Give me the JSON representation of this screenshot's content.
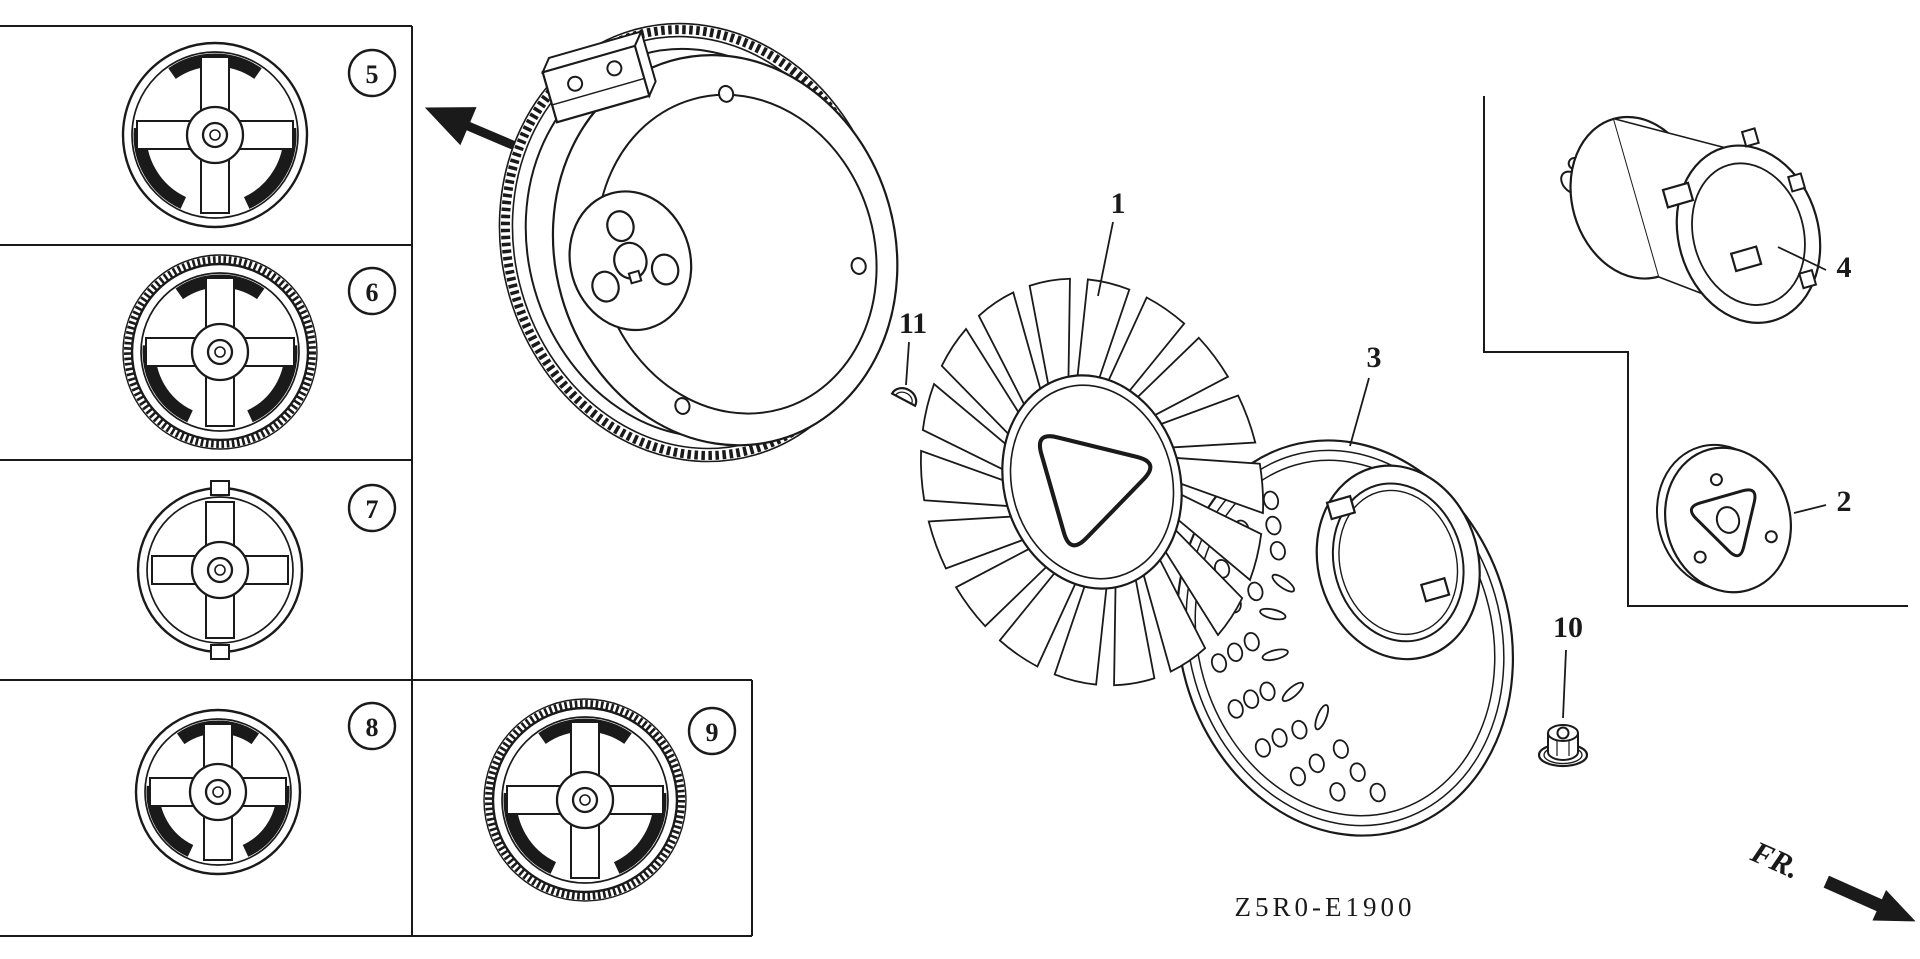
{
  "diagram": {
    "code": "Z5R0-E1900",
    "direction_label": "FR.",
    "callouts": {
      "c1": "1",
      "c2": "2",
      "c3": "3",
      "c4": "4",
      "c10": "10",
      "c11": "11"
    },
    "variants": {
      "v5": "5",
      "v6": "6",
      "v7": "7",
      "v8": "8",
      "v9": "9"
    },
    "colors": {
      "ink": "#1a1a1a",
      "background": "#ffffff"
    }
  }
}
